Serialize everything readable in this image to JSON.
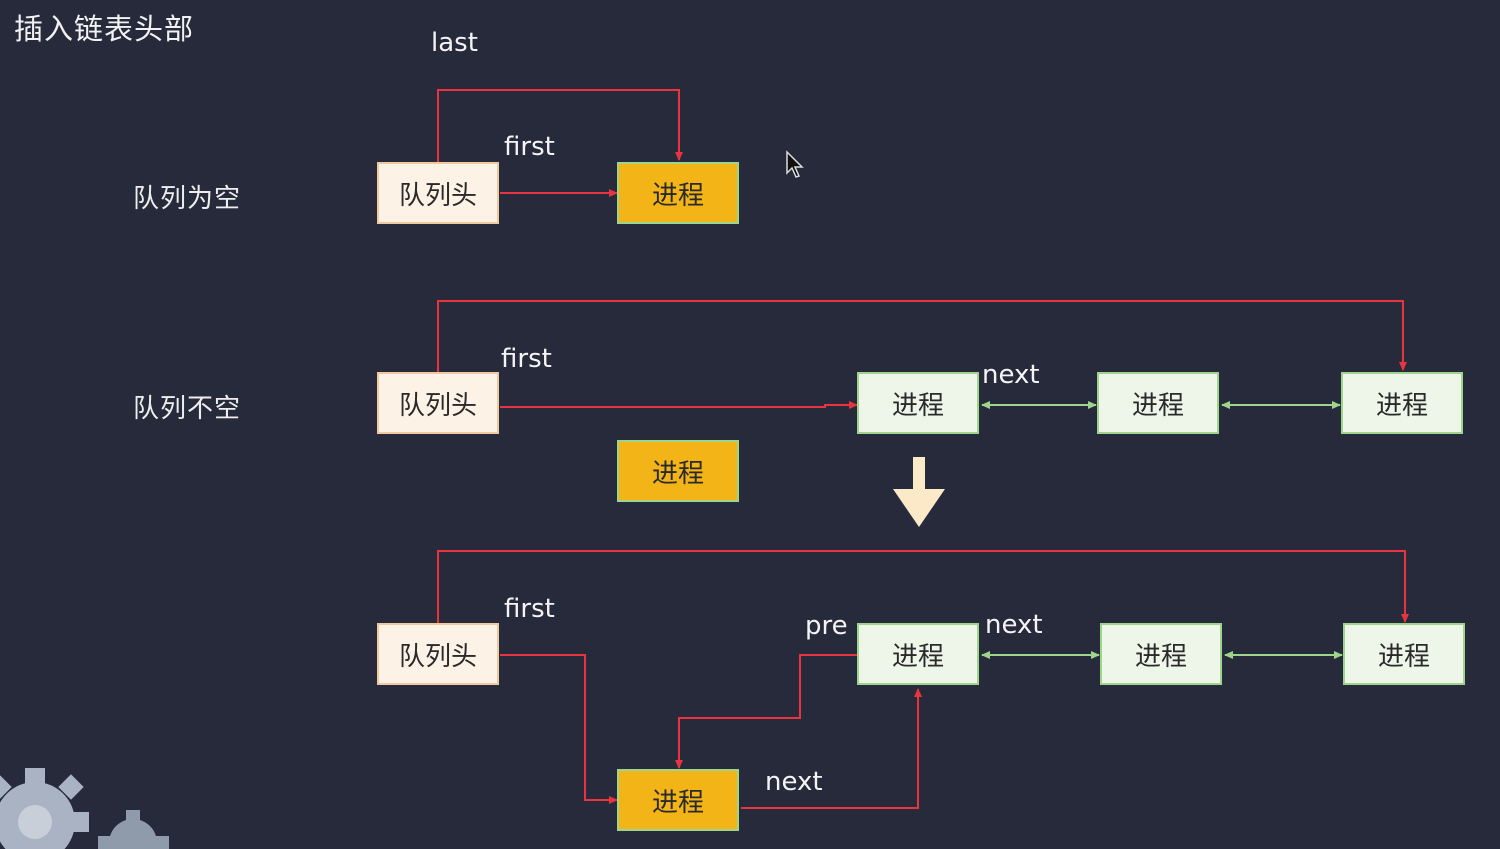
{
  "title": "插入链表头部",
  "rows": {
    "empty_label": "队列为空",
    "nonempty_label": "队列不空"
  },
  "nodes": {
    "head": "队列头",
    "process": "进程"
  },
  "pointers": {
    "last": "last",
    "first": "first",
    "next": "next",
    "pre": "pre"
  },
  "colors": {
    "background": "#262a3b",
    "red_link": "#e8343f",
    "green_link": "#9fd48c",
    "new_process": "#f2b417",
    "head_fill": "#fdf2e6",
    "process_fill": "#eef6ea"
  },
  "icons": [
    "cursor-arrow-icon",
    "down-arrow-icon",
    "gear-icon"
  ]
}
